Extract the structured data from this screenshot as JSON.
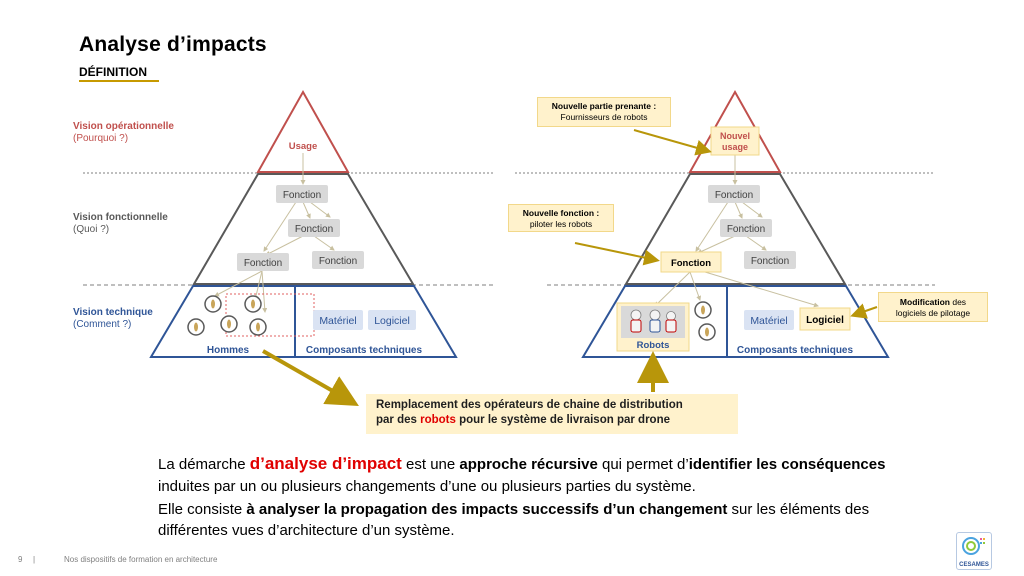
{
  "header": {
    "title": "Analyse d’impacts",
    "subtitle": "DÉFINITION"
  },
  "visions": {
    "operational": {
      "title": "Vision opérationnelle",
      "question": "(Pourquoi ?)"
    },
    "functional": {
      "title": "Vision fonctionnelle",
      "question": "(Quoi ?)"
    },
    "technical": {
      "title": "Vision technique",
      "question": "(Comment ?)"
    }
  },
  "left_pyramid": {
    "usage": "Usage",
    "fonction_1": "Fonction",
    "fonction_2": "Fonction",
    "fonction_3": "Fonction",
    "fonction_4": "Fonction",
    "materiel": "Matériel",
    "logiciel": "Logiciel",
    "hommes": "Hommes",
    "composants": "Composants techniques"
  },
  "right_pyramid": {
    "usage_line1": "Nouvel",
    "usage_line2": "usage",
    "fonction_1": "Fonction",
    "fonction_2": "Fonction",
    "fonction_3": "Fonction",
    "fonction_new": "Fonction",
    "materiel": "Matériel",
    "logiciel": "Logiciel",
    "robots": "Robots",
    "composants": "Composants techniques"
  },
  "callouts": {
    "stakeholder_title": "Nouvelle partie prenante :",
    "stakeholder_body": "Fournisseurs de robots",
    "function_title": "Nouvelle fonction :",
    "function_body": "piloter les robots",
    "modification_title": "Modification",
    "modification_rest": " des",
    "modification_body": "logiciels de pilotage"
  },
  "center_callout": {
    "line1": "Remplacement des opérateurs de chaine de distribution",
    "line2_a": "par des ",
    "line2_red": "robots",
    "line2_b": " pour le système de livraison par drone"
  },
  "paragraph1": {
    "a": "La démarche ",
    "red": "d’analyse d’impact",
    "b": " est une ",
    "bold1": "approche récursive",
    "c": " qui permet d’",
    "bold2": "identifier les conséquences",
    "d": " induites par un ou plusieurs changements d’une ou plusieurs parties du système."
  },
  "paragraph2": {
    "a": "Elle consiste ",
    "bold": "à analyser la propagation des impacts successifs d’un changement",
    "b": " sur les éléments des différentes vues d’architecture d’un système."
  },
  "footer": {
    "page": "9",
    "separator": "|",
    "text": "Nos dispositifs de formation en architecture",
    "logo": "CESAMES"
  },
  "colors": {
    "operational": "#c0504d",
    "functional": "#595959",
    "technical": "#2f5597",
    "callout_bg": "#fff2cc",
    "arrow": "#b8960a",
    "accent_red": "#e00000"
  }
}
